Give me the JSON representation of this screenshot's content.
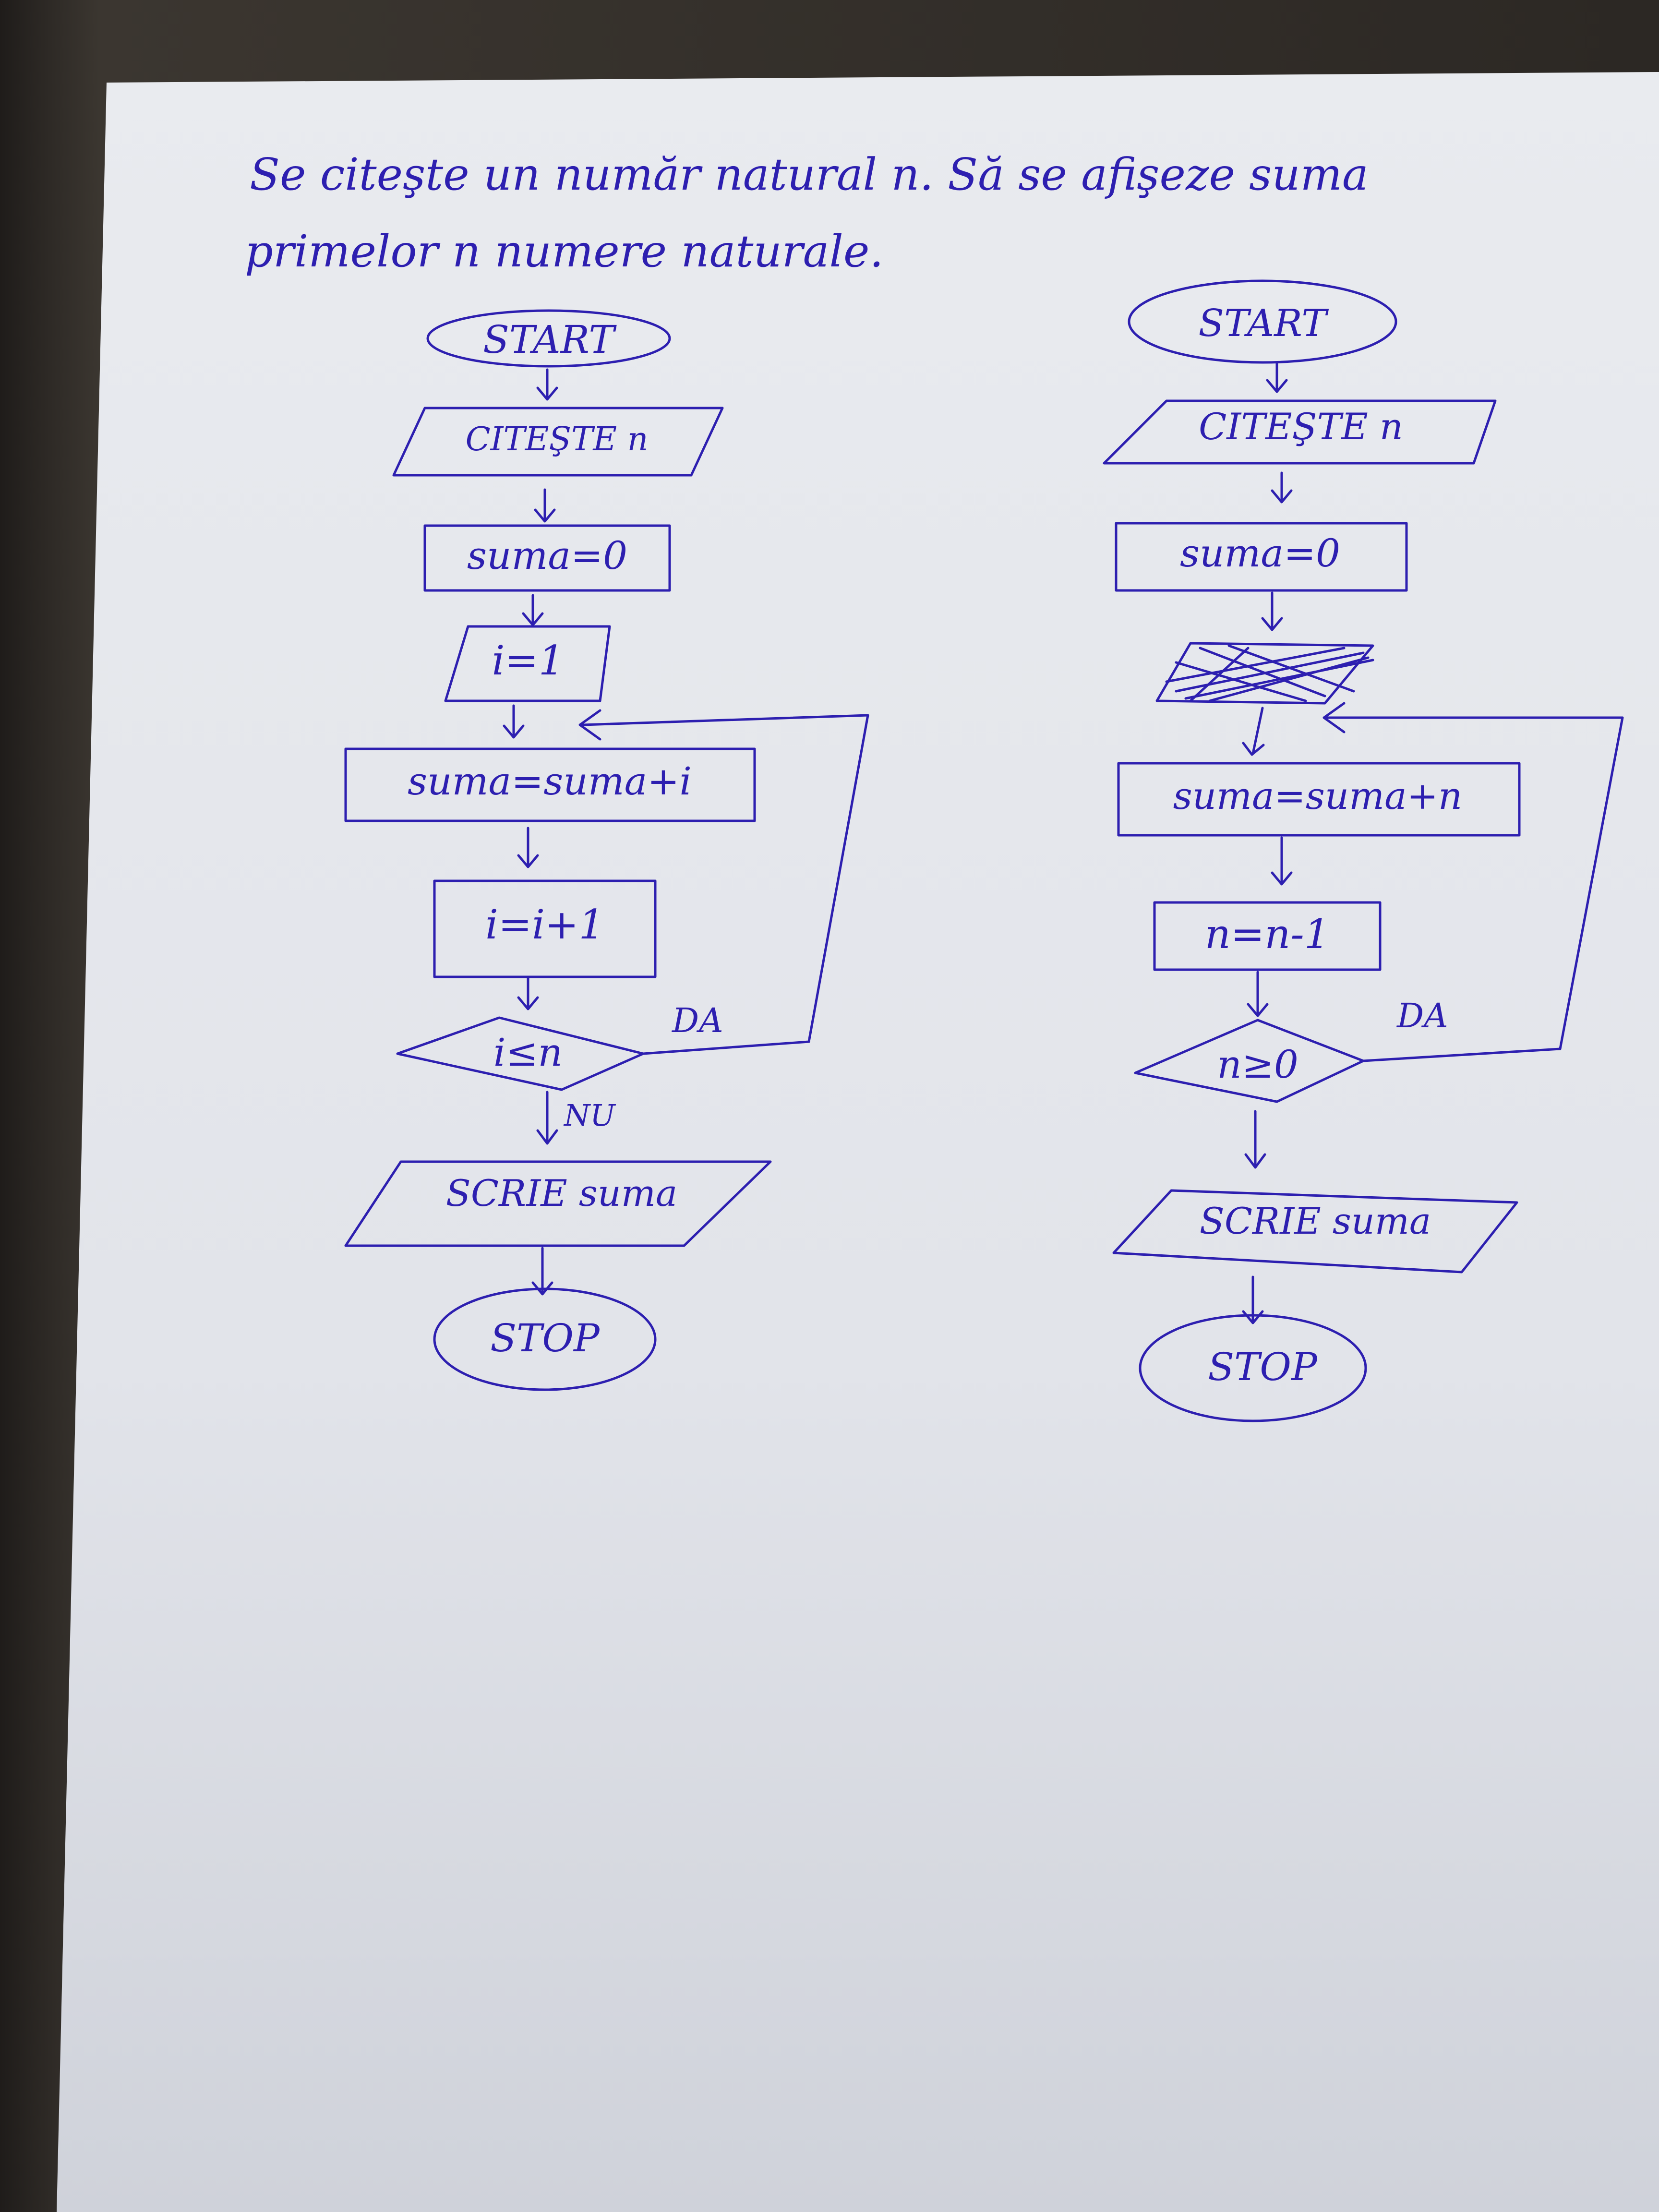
{
  "problem_statement": {
    "line1": "Se citeşte un număr natural n. Să se afişeze suma",
    "line2": "primelor n numere naturale."
  },
  "flowchart_left": {
    "start": "START",
    "read": "CITEŞTE n",
    "init_sum": "suma=0",
    "init_i": "i=1",
    "accumulate": "suma=suma+i",
    "increment": "i=i+1",
    "condition": "i≤n",
    "yes_label": "DA",
    "no_label": "NU",
    "write": "SCRIE suma",
    "stop": "STOP"
  },
  "flowchart_right": {
    "start": "START",
    "read": "CITEŞTE n",
    "init_sum": "suma=0",
    "accumulate": "suma=suma+n",
    "decrement": "n=n-1",
    "condition": "n≥0",
    "yes_label": "DA",
    "write": "SCRIE suma",
    "stop": "STOP"
  },
  "colors": {
    "ink": "#2d1fb0",
    "paper": "#e6e8ec",
    "table": "#2a2724"
  }
}
